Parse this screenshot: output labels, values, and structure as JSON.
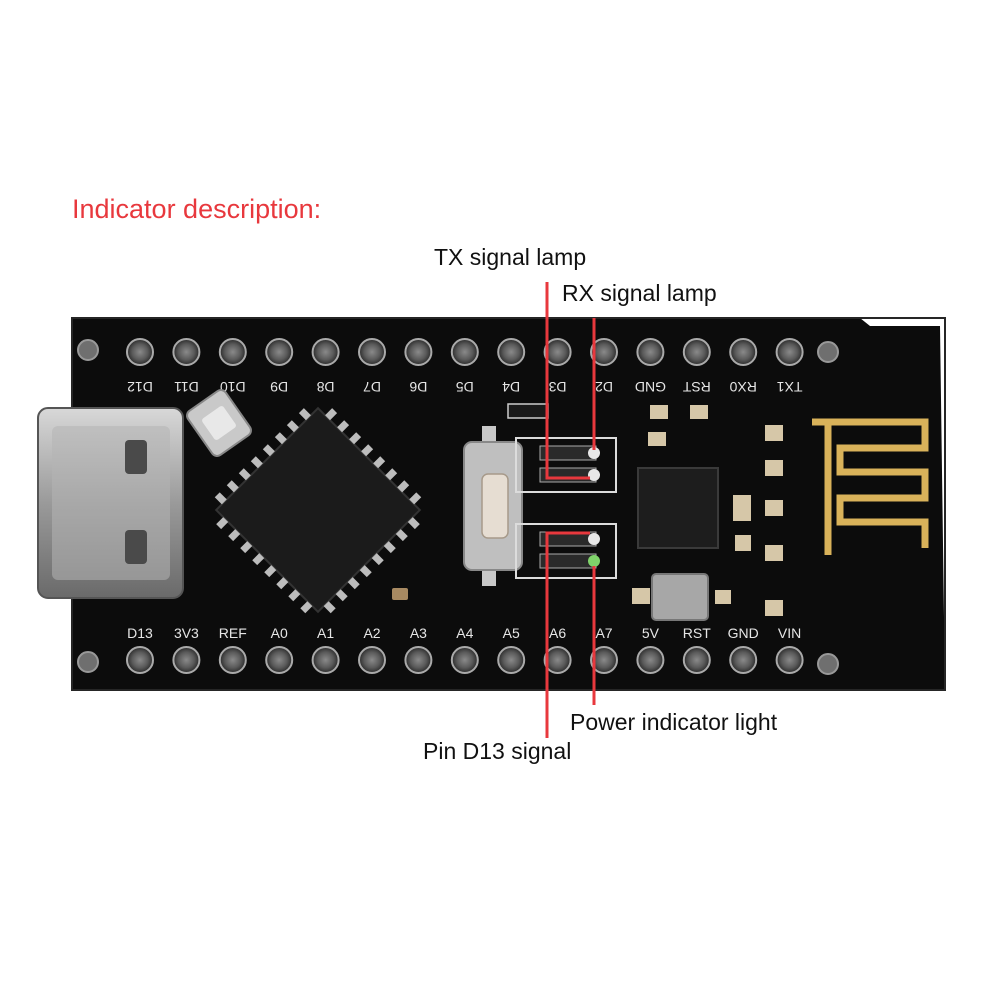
{
  "heading": "Indicator description:",
  "labels": {
    "tx": "TX signal lamp",
    "rx": "RX signal lamp",
    "power": "Power indicator light",
    "d13": "Pin D13 signal"
  },
  "top_pins": [
    "D12",
    "D11",
    "D10",
    "D9",
    "D8",
    "D7",
    "D6",
    "D5",
    "D4",
    "D3",
    "D2",
    "GND",
    "RST",
    "RX0",
    "TX1"
  ],
  "bottom_pins": [
    "D13",
    "3V3",
    "REF",
    "A0",
    "A1",
    "A2",
    "A3",
    "A4",
    "A5",
    "A6",
    "A7",
    "5V",
    "RST",
    "GND",
    "VIN"
  ],
  "colors": {
    "heading": "#e8383d",
    "leader_line": "#e8383d",
    "board": "#0c0c0c",
    "antenna": "#d9b25a"
  }
}
